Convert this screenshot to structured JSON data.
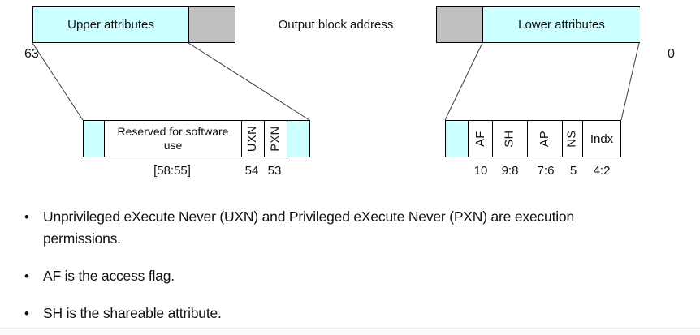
{
  "colors": {
    "field_cyan": "#ccffff",
    "reserved_gray": "#c0c0c0",
    "border_black": "#000000",
    "bar_outline_gray": "#7f7f7f"
  },
  "bar": {
    "left_bit_label": "63",
    "right_bit_label": "0",
    "segments": {
      "upper": "Upper attributes",
      "output": "Output block address",
      "lower": "Lower attributes"
    }
  },
  "upper_detail": {
    "reserved_lines": [
      "Reserved for software",
      "use"
    ],
    "uxn_label": "UXN",
    "pxn_label": "PXN",
    "bits": {
      "reserved": "[58:55]",
      "uxn": "54",
      "pxn": "53"
    }
  },
  "lower_detail": {
    "af_label": "AF",
    "sh_label": "SH",
    "ap_label": "AP",
    "ns_label": "NS",
    "indx_label": "Indx",
    "bits": {
      "af": "10",
      "sh": "9:8",
      "ap": "7:6",
      "ns": "5",
      "indx": "4:2"
    }
  },
  "bullets": [
    {
      "marker": "•",
      "lines": [
        "Unprivileged eXecute Never (UXN) and Privileged eXecute Never (PXN) are execution",
        "permissions."
      ]
    },
    {
      "marker": "•",
      "lines": [
        "AF is the access flag."
      ]
    },
    {
      "marker": "•",
      "lines": [
        "SH is the shareable attribute."
      ]
    }
  ]
}
